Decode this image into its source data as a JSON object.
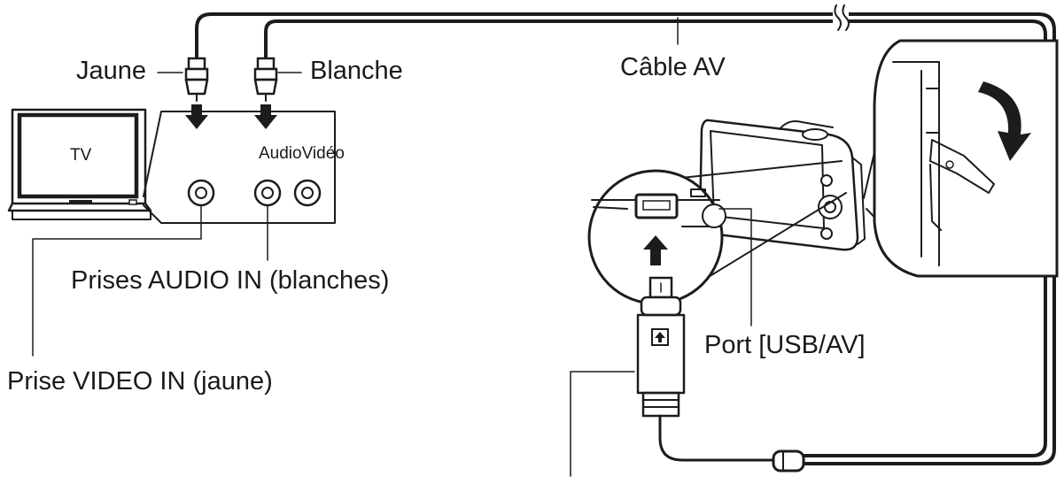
{
  "labels": {
    "jaune": "Jaune",
    "blanche": "Blanche",
    "cable_av": "Câble AV",
    "tv": "TV",
    "audio_video": "AudioVidéo",
    "prises_audio_in": "Prises AUDIO IN (blanches)",
    "prise_video_in": "Prise VIDEO IN (jaune)",
    "port_usb_av": "Port [USB/AV]"
  }
}
